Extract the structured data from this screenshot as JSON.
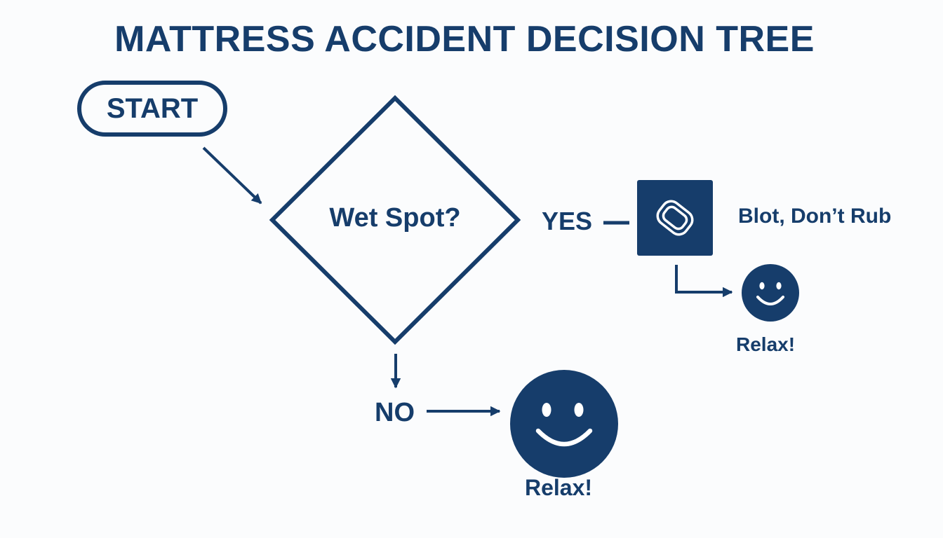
{
  "title": "MATTRESS ACCIDENT DECISION TREE",
  "nodes": {
    "start": "START",
    "question": "Wet Spot?",
    "yes_label": "YES",
    "no_label": "NO",
    "yes_action": "Blot, Don’t Rub",
    "yes_outcome": "Relax!",
    "no_outcome": "Relax!"
  },
  "icons": {
    "blot_icon": "sponge-icon",
    "outcome_icon": "smiley-face-icon"
  },
  "colors": {
    "primary": "#163d6b",
    "background": "#fbfcfd",
    "icon_stroke": "#ffffff"
  }
}
